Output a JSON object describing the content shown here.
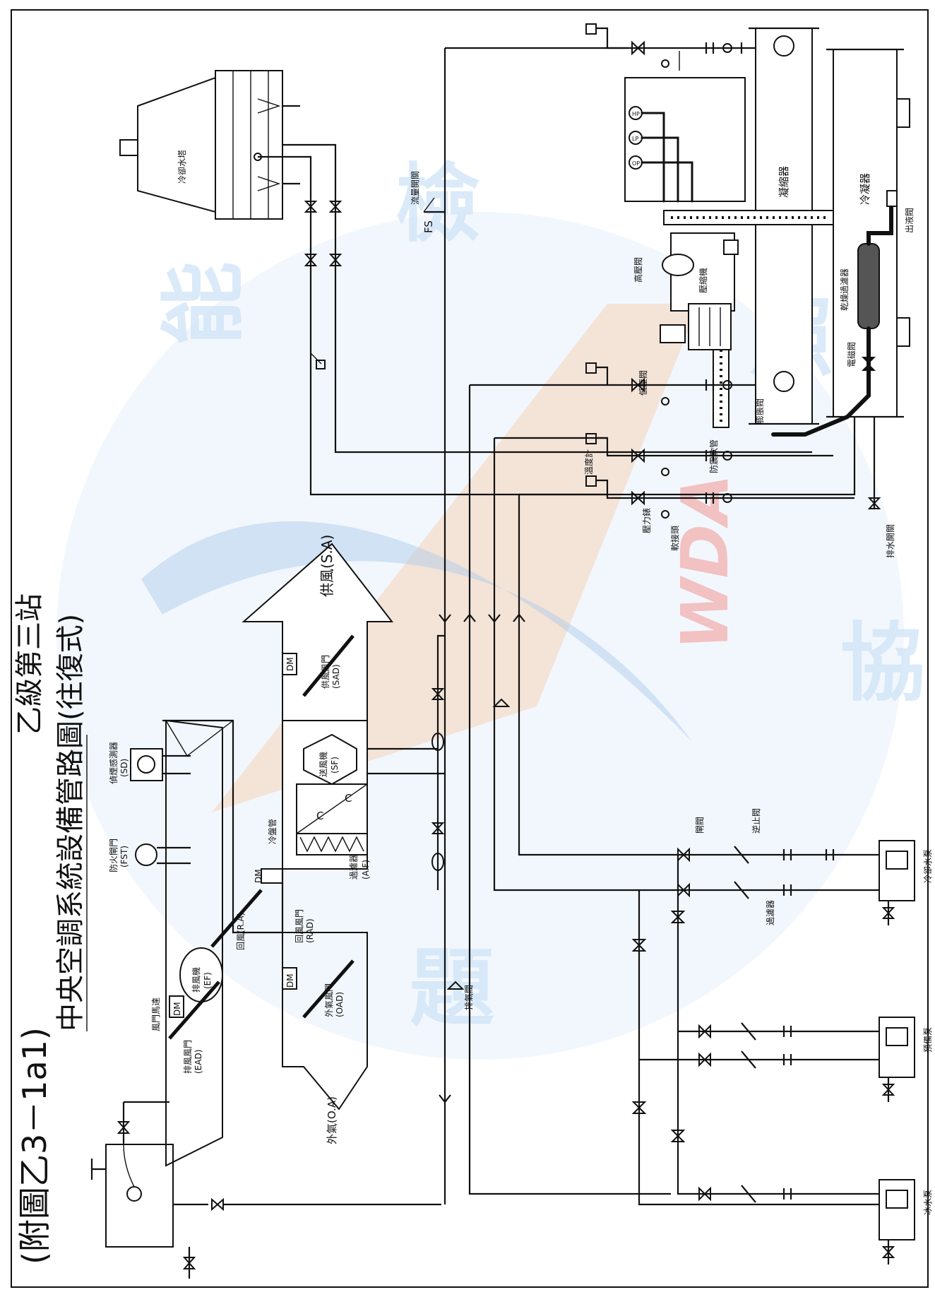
{
  "title": {
    "figure_number": "(附圖乙3－1a1)",
    "line1": "乙級第三站",
    "line2": "中央空調系統設備管路圖(往復式)"
  },
  "watermark": {
    "chars": [
      "能",
      "檢",
      "照",
      "題",
      "協"
    ],
    "logo": "WDA"
  },
  "equipment": {
    "cooling_tower": "冷卻水塔",
    "condenser": "凝縮器",
    "evaporator": "冷凝器",
    "compressor": "壓縮機",
    "high_pressure_valve": "高壓閥",
    "low_pressure_valve": "低壓閥",
    "dryer_filter": "乾燥過濾器",
    "outlet_valve": "出液閥",
    "solenoid_valve": "電磁閥",
    "expansion_valve": "膨脹閥",
    "shock_hose": "防震軟管",
    "flow_switch": "FS",
    "flow_switch_label": "流量開關",
    "thermometer": "溫度計",
    "pressure_gauge": "壓力錶",
    "drain_valve": "排水開關",
    "check_valve": "逆止閥",
    "gate_valve": "閘閥",
    "strainer": "過濾器",
    "chilled_pump": "冰水泵",
    "standby_pump": "預備泵",
    "cooling_pump": "冷卻水泵",
    "exhaust_valve": "排氣閥",
    "rubber_joint": "軟接頭",
    "gauge_labels": [
      "HP",
      "LP",
      "OP"
    ]
  },
  "ahu": {
    "coil": "冷盤管",
    "coil_mark": "C",
    "supply_fan_label": "送風機",
    "supply_fan_code": "(SF)",
    "supply_air_label": "供風(S.A)",
    "supply_damper_label": "供風風門",
    "supply_damper_code": "(SAD)",
    "filter_label": "過濾器",
    "filter_code": "(A.F)",
    "return_air_label": "回風(R.A)",
    "return_damper_label": "回風風門",
    "return_damper_code": "(RAD)",
    "outside_air_label": "外氣(O.A)",
    "outside_damper_label": "外氣風門",
    "outside_damper_code": "(OAD)",
    "exhaust_fan_label": "排風機",
    "exhaust_fan_code": "(EF)",
    "exhaust_damper_label": "排風風門",
    "exhaust_damper_code": "(EAD)",
    "damper_motor_label": "風門馬達",
    "dm": "DM",
    "smoke_detector_label": "偵煙感測器",
    "smoke_detector_code": "(SD)",
    "fire_damper_label": "防火閘門",
    "fire_damper_code": "(FST)"
  },
  "colors": {
    "line": "#111111",
    "watermark_blue": "#cfe3f7",
    "watermark_orange": "#f6c9a8",
    "wda_red": "#f2b8b8"
  }
}
